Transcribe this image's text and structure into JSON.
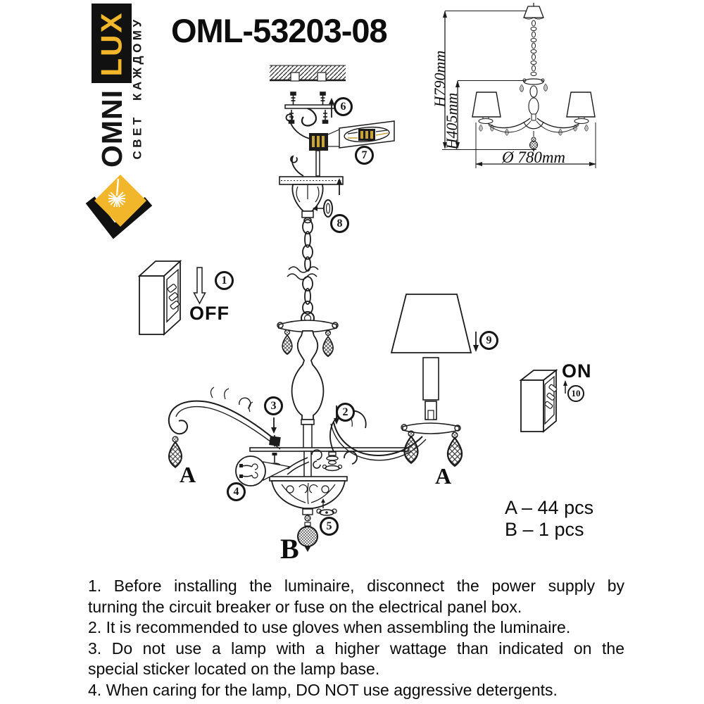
{
  "brand": {
    "name_line1": "OMNI",
    "name_line2": "LUX",
    "tagline": "СВЕТ КАЖДОМУ"
  },
  "title": "OML-53203-08",
  "dimensions": {
    "total_height": "H790mm",
    "body_height": "H405mm",
    "diameter": "Ø 780mm"
  },
  "assembly": {
    "callouts": [
      "1",
      "2",
      "3",
      "4",
      "5",
      "6",
      "7",
      "8",
      "9",
      "10"
    ],
    "off_label": "OFF",
    "on_label": "ON",
    "crystal_a_label": "A",
    "crystal_b_label": "B"
  },
  "parts_list": {
    "a": "A – 44 pcs",
    "b": "B – 1 pcs"
  },
  "instructions": {
    "lines": [
      "1. Before installing the luminaire, disconnect the power supply by",
      "turning the circuit breaker or fuse on the electrical panel box.",
      "2. It is recommended to use gloves when assembling the luminaire.",
      "3. Do not use a lamp with a higher wattage than indicated on the",
      "special sticker located on the lamp base.",
      "4. When caring for the lamp, DO NOT use aggressive detergents."
    ]
  },
  "colors": {
    "brand_yellow": "#F1B62A",
    "ink": "#1b1b1b",
    "wire_gold": "#c9a437"
  }
}
